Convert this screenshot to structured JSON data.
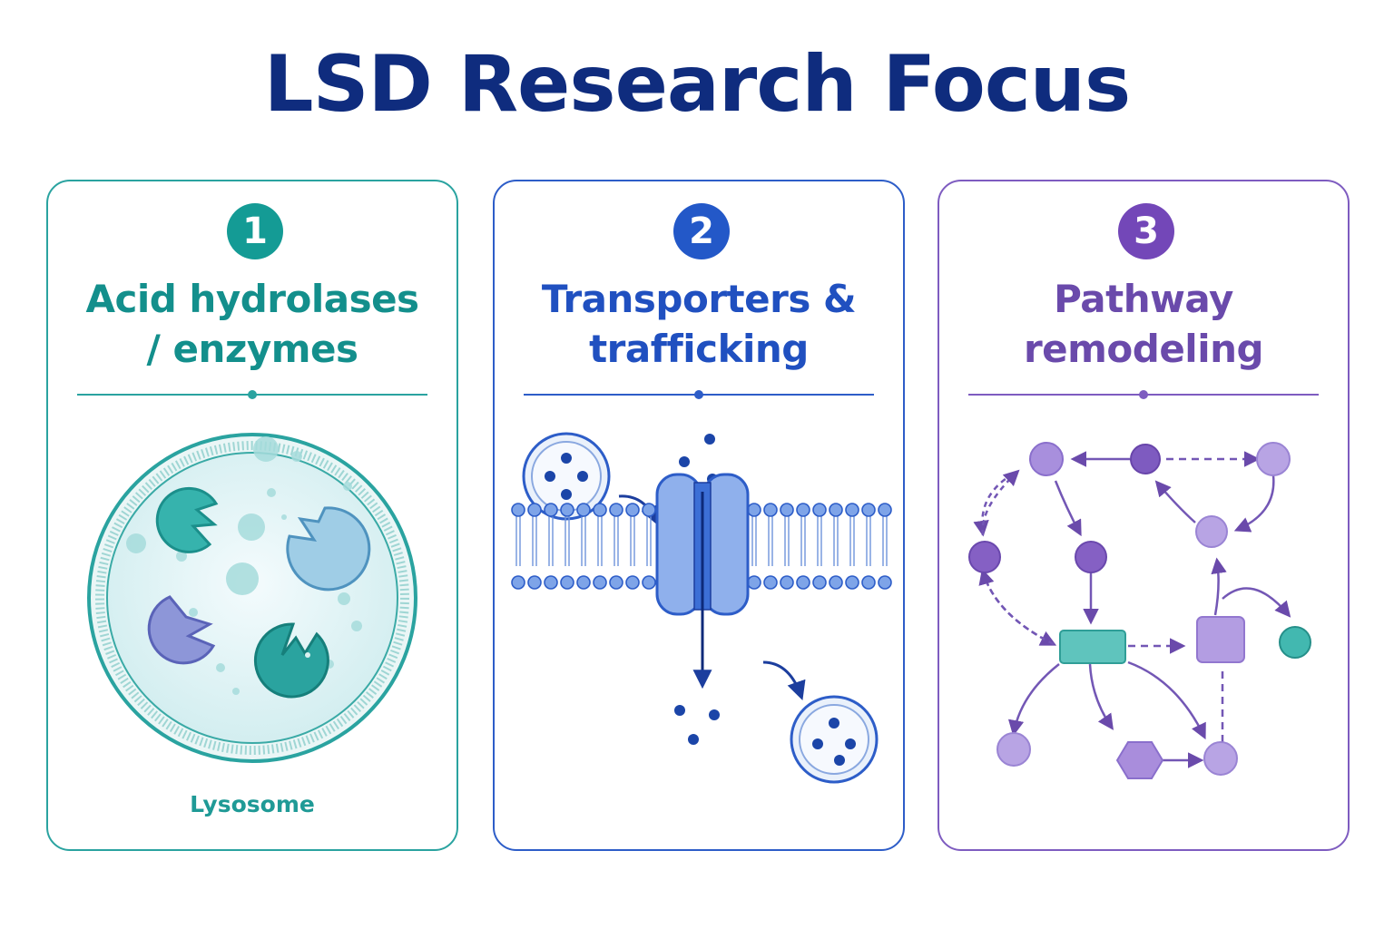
{
  "title": "LSD Research Focus",
  "colors": {
    "title": "#0f2c7e",
    "teal": "#149b95",
    "blue": "#2358c8",
    "purple": "#7347b8"
  },
  "cards": [
    {
      "number": "1",
      "title_lines": [
        "Acid hydrolases",
        "/ enzymes"
      ],
      "caption": "Lysosome",
      "illustration": "lysosome-with-enzymes"
    },
    {
      "number": "2",
      "title_lines": [
        "Transporters &",
        "trafficking"
      ],
      "illustration": "membrane-transporter-with-vesicles"
    },
    {
      "number": "3",
      "title_lines": [
        "Pathway",
        "remodeling"
      ],
      "illustration": "pathway-network"
    }
  ]
}
